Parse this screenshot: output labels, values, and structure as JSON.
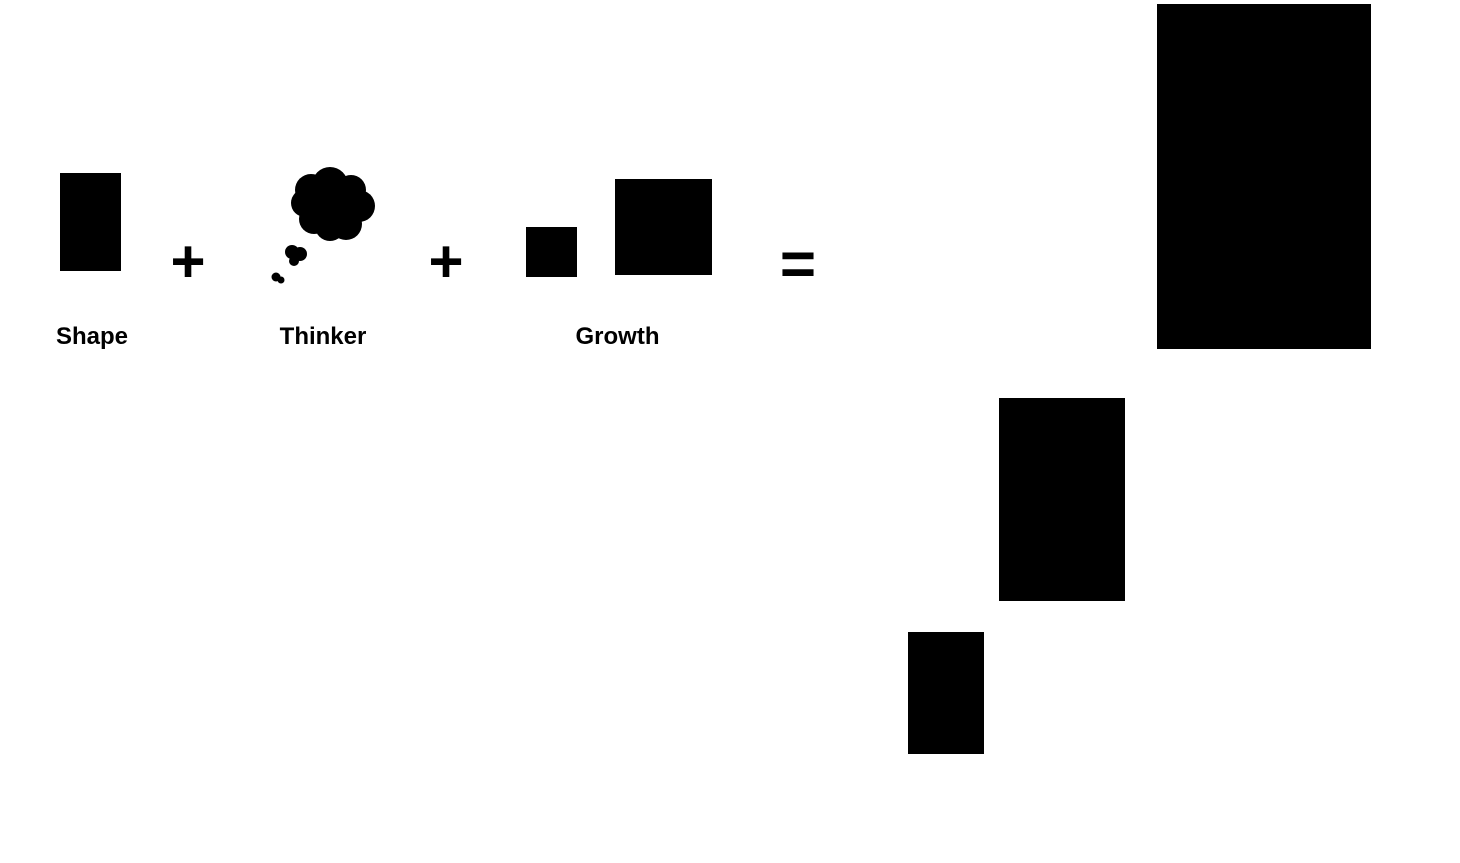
{
  "equation": {
    "terms": [
      {
        "id": "shape",
        "label": "Shape"
      },
      {
        "id": "thinker",
        "label": "Thinker"
      },
      {
        "id": "growth",
        "label": "Growth"
      }
    ],
    "operators": [
      "+",
      "+",
      "="
    ],
    "result_blocks": 3
  },
  "colors": {
    "foreground": "#000000",
    "background": "#ffffff"
  },
  "icons": {
    "thinker": "thought-bubble-icon"
  }
}
